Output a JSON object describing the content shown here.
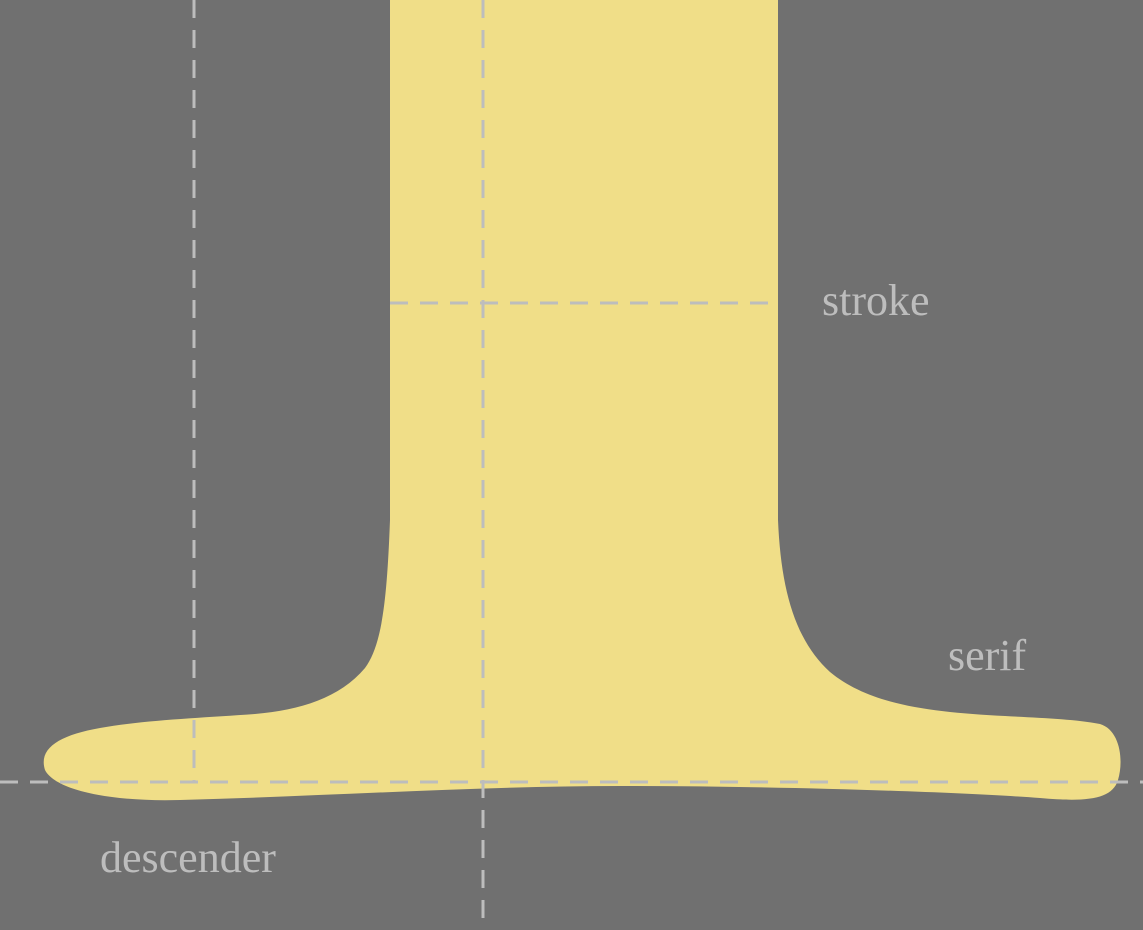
{
  "diagram": {
    "labels": {
      "stroke": "stroke",
      "serif": "serif",
      "descender": "descender"
    },
    "colors": {
      "background": "#707070",
      "glyph_fill": "#f0de88",
      "guide_line": "#bdbdbd",
      "label_text": "#bdbdbd"
    },
    "guides": {
      "style": "dashed",
      "count": 4
    }
  }
}
